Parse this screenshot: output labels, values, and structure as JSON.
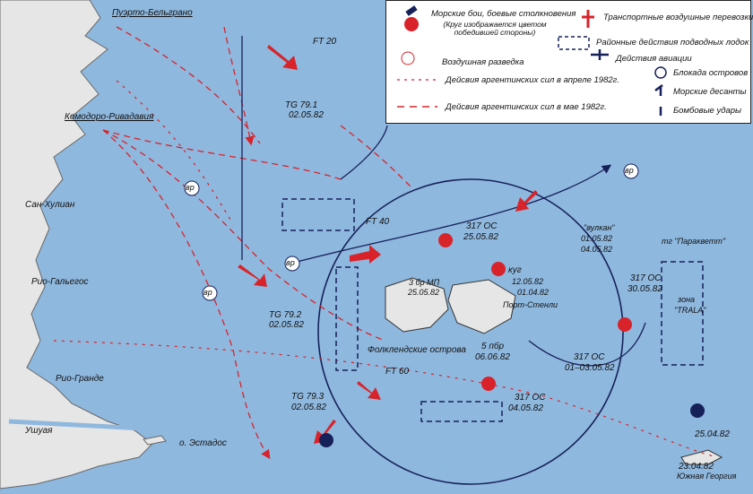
{
  "colors": {
    "sea": "#8fb8de",
    "land": "#e6e6e6",
    "red": "#d8232a",
    "navy": "#16215a",
    "text": "#111111"
  },
  "legend": {
    "naval_battles": "Морские бои, боевые столкновения",
    "naval_battles_note": "(Круг изображается цветом победившей стороны)",
    "air_transport": "Транспортные воздушные перевозки",
    "submarine_areas": "Районные действия подводных лодок",
    "air_recon": "Воздушная разведка",
    "air_ops": "Действия авиации",
    "april_forces": "Дейсвия аргентинских сил в апреле 1982г.",
    "may_forces": "Дейсвия аргентинских сил в мае 1982г.",
    "blockade": "Блокада островов",
    "landings": "Морские десанты",
    "bombing": "Бомбовые удары",
    "recon_tag": "вр"
  },
  "places": {
    "puerto_belgrano": "Пуэрто-Бельграно",
    "comodoro": "Комодоро-Ривадавия",
    "san_julian": "Сан-Хулиан",
    "rio_gallegos": "Рио-Гальегос",
    "rio_grande": "Рио-Гранде",
    "ushuaia": "Ушуая",
    "estados": "о. Эстадос",
    "falklands": "Фолклендские острова",
    "port_stanley": "Порт-Стенли",
    "south_georgia": "Южная Георгия",
    "trala_1": "зона",
    "trala_2": "\"TRALA\""
  },
  "labels": {
    "ft20": "FT 20",
    "tg791": "TG 79.1",
    "tg791_date": "02.05.82",
    "ft40": "FT 40",
    "tg792": "TG 79.2",
    "tg792_date": "02.05.82",
    "ft60": "FT 60",
    "tg793": "TG 79.3",
    "tg793_date": "02.05.82",
    "os_317_a": "317 ОС",
    "os_317_a_date": "25.05.82",
    "kug": "куг",
    "d_120582": "12.05.82",
    "d_010482": "01.04.82",
    "brmp": "3 бр МП",
    "brmp_date": "25.05.82",
    "vulkan": "\"вулкан\"",
    "vulkan_d1": "01.05.82",
    "vulkan_d2": "04.05.82",
    "paraquet": "тг \"Паракветт\"",
    "os_317_b": "317 ОС",
    "os_317_b_date": "30.05.82",
    "os_317_c": "317 ОС",
    "os_317_c_date": "01–03.05.82",
    "pbr5": "5 пбр",
    "pbr5_date": "06.06.82",
    "os_317_d": "317 ОС",
    "os_317_d_date": "04.05.82",
    "sg_date_a": "25.04.82",
    "sg_date_b": "23.04.82"
  }
}
